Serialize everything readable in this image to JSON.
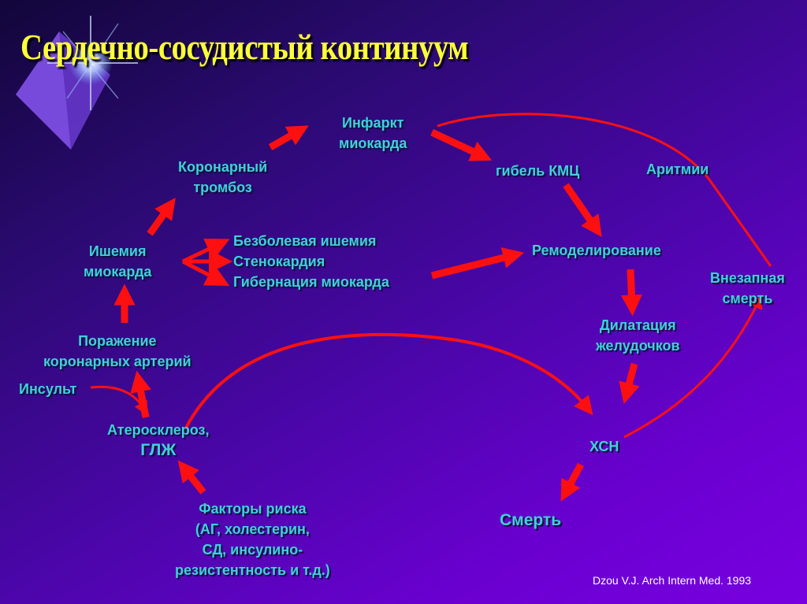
{
  "title": "Сердечно-сосудистый континуум",
  "nodes": {
    "infarct": [
      "Инфаркт",
      "миокарда"
    ],
    "thrombosis": [
      "Коронарный",
      "тромбоз"
    ],
    "cmc_death": "гибель КМЦ",
    "arrhythmia": "Аритмии",
    "ischemia": [
      "Ишемия",
      "миокарда"
    ],
    "ischemia_forms": [
      "Безболевая ишемия",
      "Стенокардия",
      "Гибернация миокарда"
    ],
    "remodeling": "Ремоделирование",
    "sudden_death": [
      "Внезапная",
      "смерть"
    ],
    "coronary_damage": [
      "Поражение",
      "коронарных артерий"
    ],
    "dilation": [
      "Дилатация",
      "желудочков"
    ],
    "stroke": "Инсульт",
    "atherosclerosis": [
      "Атеросклероз,",
      "ГЛЖ"
    ],
    "chf": "ХСН",
    "risk_factors": [
      "Факторы риска",
      "(АГ, холестерин,",
      "СД, инсулино-",
      "резистентность и т.д.)"
    ],
    "death": "Смерть"
  },
  "citation": "Dzou V.J. Arch Intern Med. 1993",
  "colors": {
    "arrow": "#ff1010",
    "text": "#3fd0dc",
    "title": "#ffff3a"
  }
}
